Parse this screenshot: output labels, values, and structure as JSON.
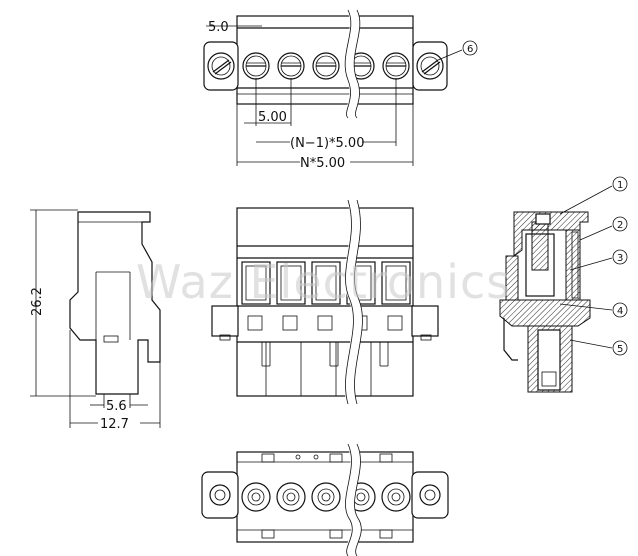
{
  "top_view": {
    "dims": {
      "edge_pitch": "5.0",
      "pitch": "5.00",
      "span": "(N−1)*5.00",
      "overall": "N*5.00"
    }
  },
  "side_view": {
    "dims": {
      "height": "26.2",
      "inner_width": "5.6",
      "overall_width": "12.7"
    }
  },
  "section_view": {
    "callouts": [
      "1",
      "2",
      "3",
      "4",
      "5"
    ]
  },
  "top_view_callout": "6",
  "watermark": "Waz Electronics"
}
